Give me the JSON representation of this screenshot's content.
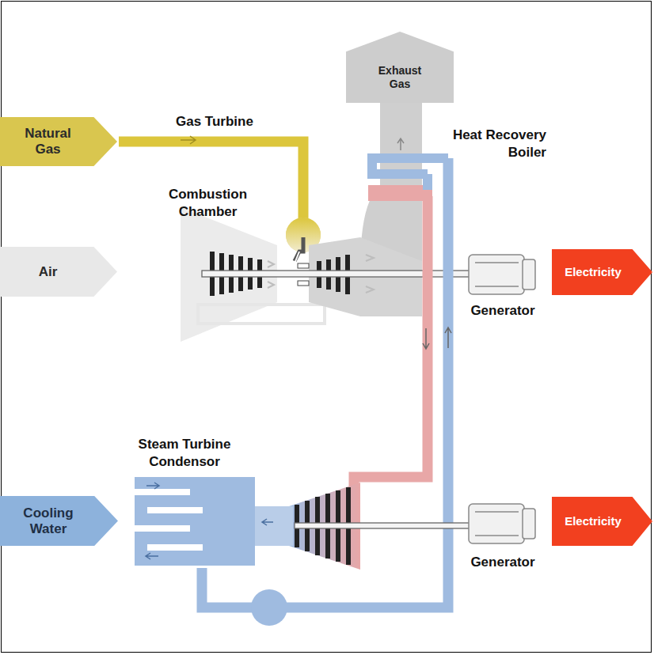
{
  "diagram": {
    "nodes": [
      {
        "text": [
          "Natural Gas"
        ]
      },
      {
        "text": [
          "Air"
        ]
      },
      {
        "text": [
          "Exhaust Gas"
        ]
      },
      {
        "text": [
          "Electricity"
        ]
      },
      {
        "text": [
          "Cooling Water"
        ]
      },
      {
        "text": [
          "Electricity"
        ]
      }
    ],
    "labels": [
      "Gas Turbine",
      "Combustion Chamber",
      "Heat Recovery Boiler",
      "Generator",
      "Generator",
      "Steam Turbine Condensor"
    ]
  }
}
